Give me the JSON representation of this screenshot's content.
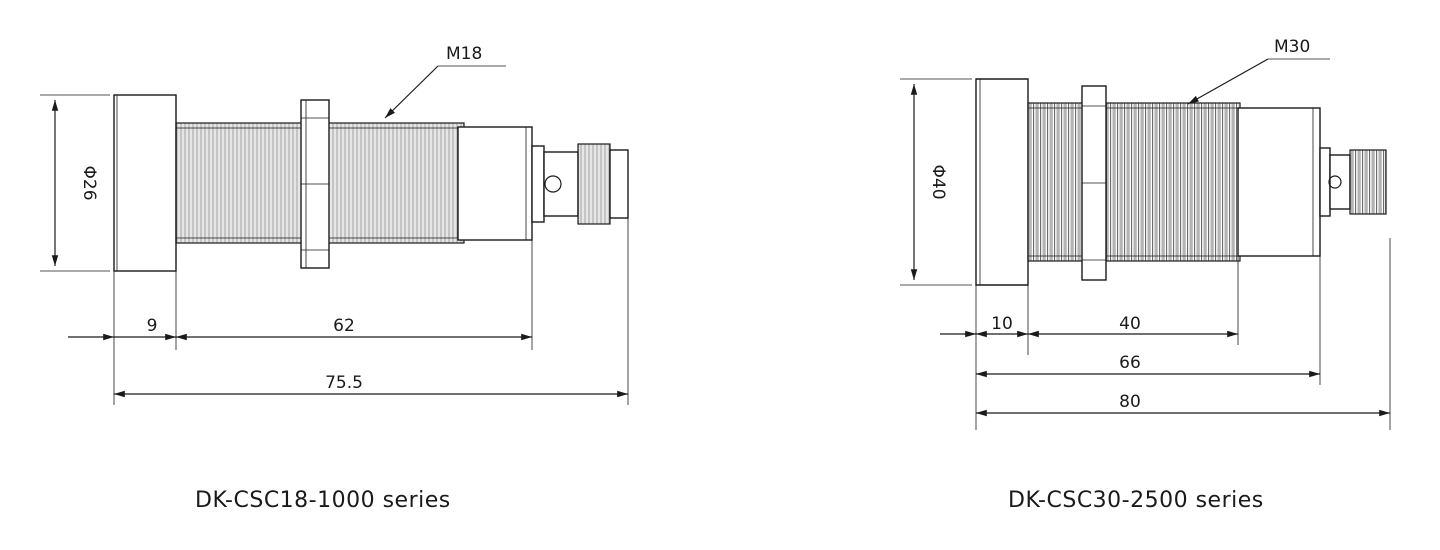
{
  "diagrams": [
    {
      "caption": "DK-CSC18-1000 series",
      "thread_label": "M18",
      "diameter_label": "Φ26",
      "dims": {
        "head": "9",
        "body": "62",
        "total": "75.5"
      }
    },
    {
      "caption": "DK-CSC30-2500 series",
      "thread_label": "M30",
      "diameter_label": "Φ40",
      "dims": {
        "head": "10",
        "body": "40",
        "mid": "66",
        "total": "80"
      }
    }
  ],
  "colors": {
    "line": "#1a1a1a",
    "background": "#ffffff"
  }
}
